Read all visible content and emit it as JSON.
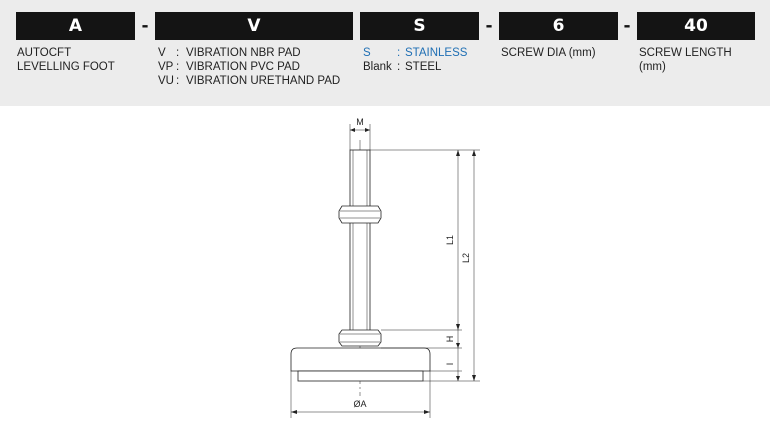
{
  "codes": {
    "a": {
      "code": "A",
      "desc": [
        "AUTOCFT",
        "LEVELLING FOOT"
      ]
    },
    "v": {
      "code": "V",
      "rows": [
        {
          "key": "V",
          "sep": ":",
          "val": "VIBRATION NBR PAD"
        },
        {
          "key": "VP",
          "sep": ":",
          "val": "VIBRATION PVC PAD"
        },
        {
          "key": "VU",
          "sep": ":",
          "val": "VIBRATION URETHAND PAD"
        }
      ]
    },
    "s": {
      "code": "S",
      "rows": [
        {
          "key": "S",
          "sep": ":",
          "val": "STAINLESS"
        },
        {
          "key": "Blank",
          "sep": ":",
          "val": "STEEL"
        }
      ]
    },
    "dia": {
      "code": "6",
      "desc": "SCREW DIA (mm)"
    },
    "len": {
      "code": "40",
      "desc": [
        "SCREW LENGTH",
        "(mm)"
      ]
    },
    "dash": "-"
  },
  "drawing": {
    "labels": {
      "m": "M",
      "l1": "L1",
      "l2": "L2",
      "h": "H",
      "i": "I",
      "a": "ØA"
    }
  },
  "colors": {
    "band": "#ececec",
    "code_box": "#141414",
    "accent": "#1f6fb4"
  }
}
